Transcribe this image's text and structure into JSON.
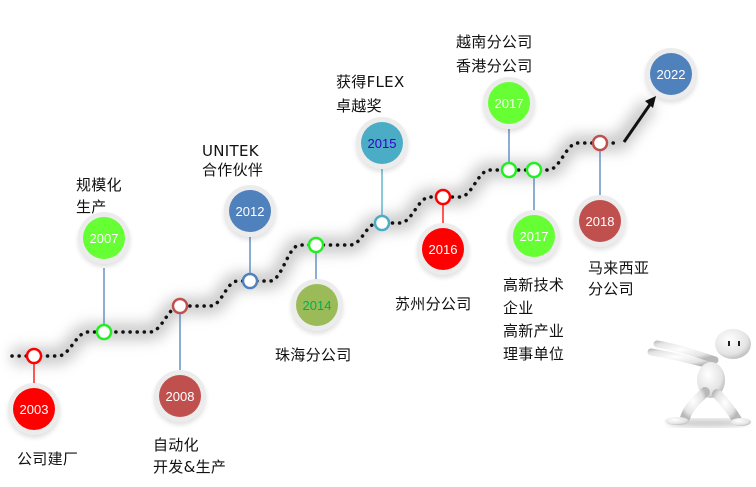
{
  "milestones": [
    {
      "year": "2003",
      "label_lines": [
        "公司建厂"
      ],
      "color": "#ff0000",
      "text_color": "#ffffff"
    },
    {
      "year": "2007",
      "label_lines": [
        "规模化",
        "生产"
      ],
      "color": "#66ff33",
      "text_color": "#ffffff"
    },
    {
      "year": "2008",
      "label_lines": [
        "自动化",
        "开发&生产"
      ],
      "color": "#c0504d",
      "text_color": "#ffffff"
    },
    {
      "year": "2012",
      "label_lines": [
        "UNITEK",
        "合作伙伴"
      ],
      "color": "#4f81bd",
      "text_color": "#ffffff"
    },
    {
      "year": "2014",
      "label_lines": [
        "珠海分公司"
      ],
      "color": "#9bbb59",
      "text_color": "#00b050"
    },
    {
      "year": "2015",
      "label_lines": [
        "获得FLEX",
        "卓越奖"
      ],
      "color": "#4bacc6",
      "text_color": "#3300cc"
    },
    {
      "year": "2016",
      "label_lines": [
        "苏州分公司"
      ],
      "color": "#ff0000",
      "text_color": "#ffffff"
    },
    {
      "year": "2017",
      "label_lines": [
        "越南分公司",
        "香港分公司"
      ],
      "color": "#66ff33",
      "text_color": "#ffffff"
    },
    {
      "year": "2017",
      "label_lines": [
        "高新技术",
        "企业",
        "高新产业",
        "理事单位"
      ],
      "color": "#66ff33",
      "text_color": "#ffffff"
    },
    {
      "year": "2018",
      "label_lines": [
        "马来西亚",
        "分公司"
      ],
      "color": "#c0504d",
      "text_color": "#ffffff"
    },
    {
      "year": "2022",
      "label_lines": [],
      "color": "#4f81bd",
      "text_color": "#ffffff"
    }
  ],
  "decor": {
    "figure_icon": "pushing-man-3d-figure",
    "arrow_icon": "arrow-up-right-icon"
  }
}
